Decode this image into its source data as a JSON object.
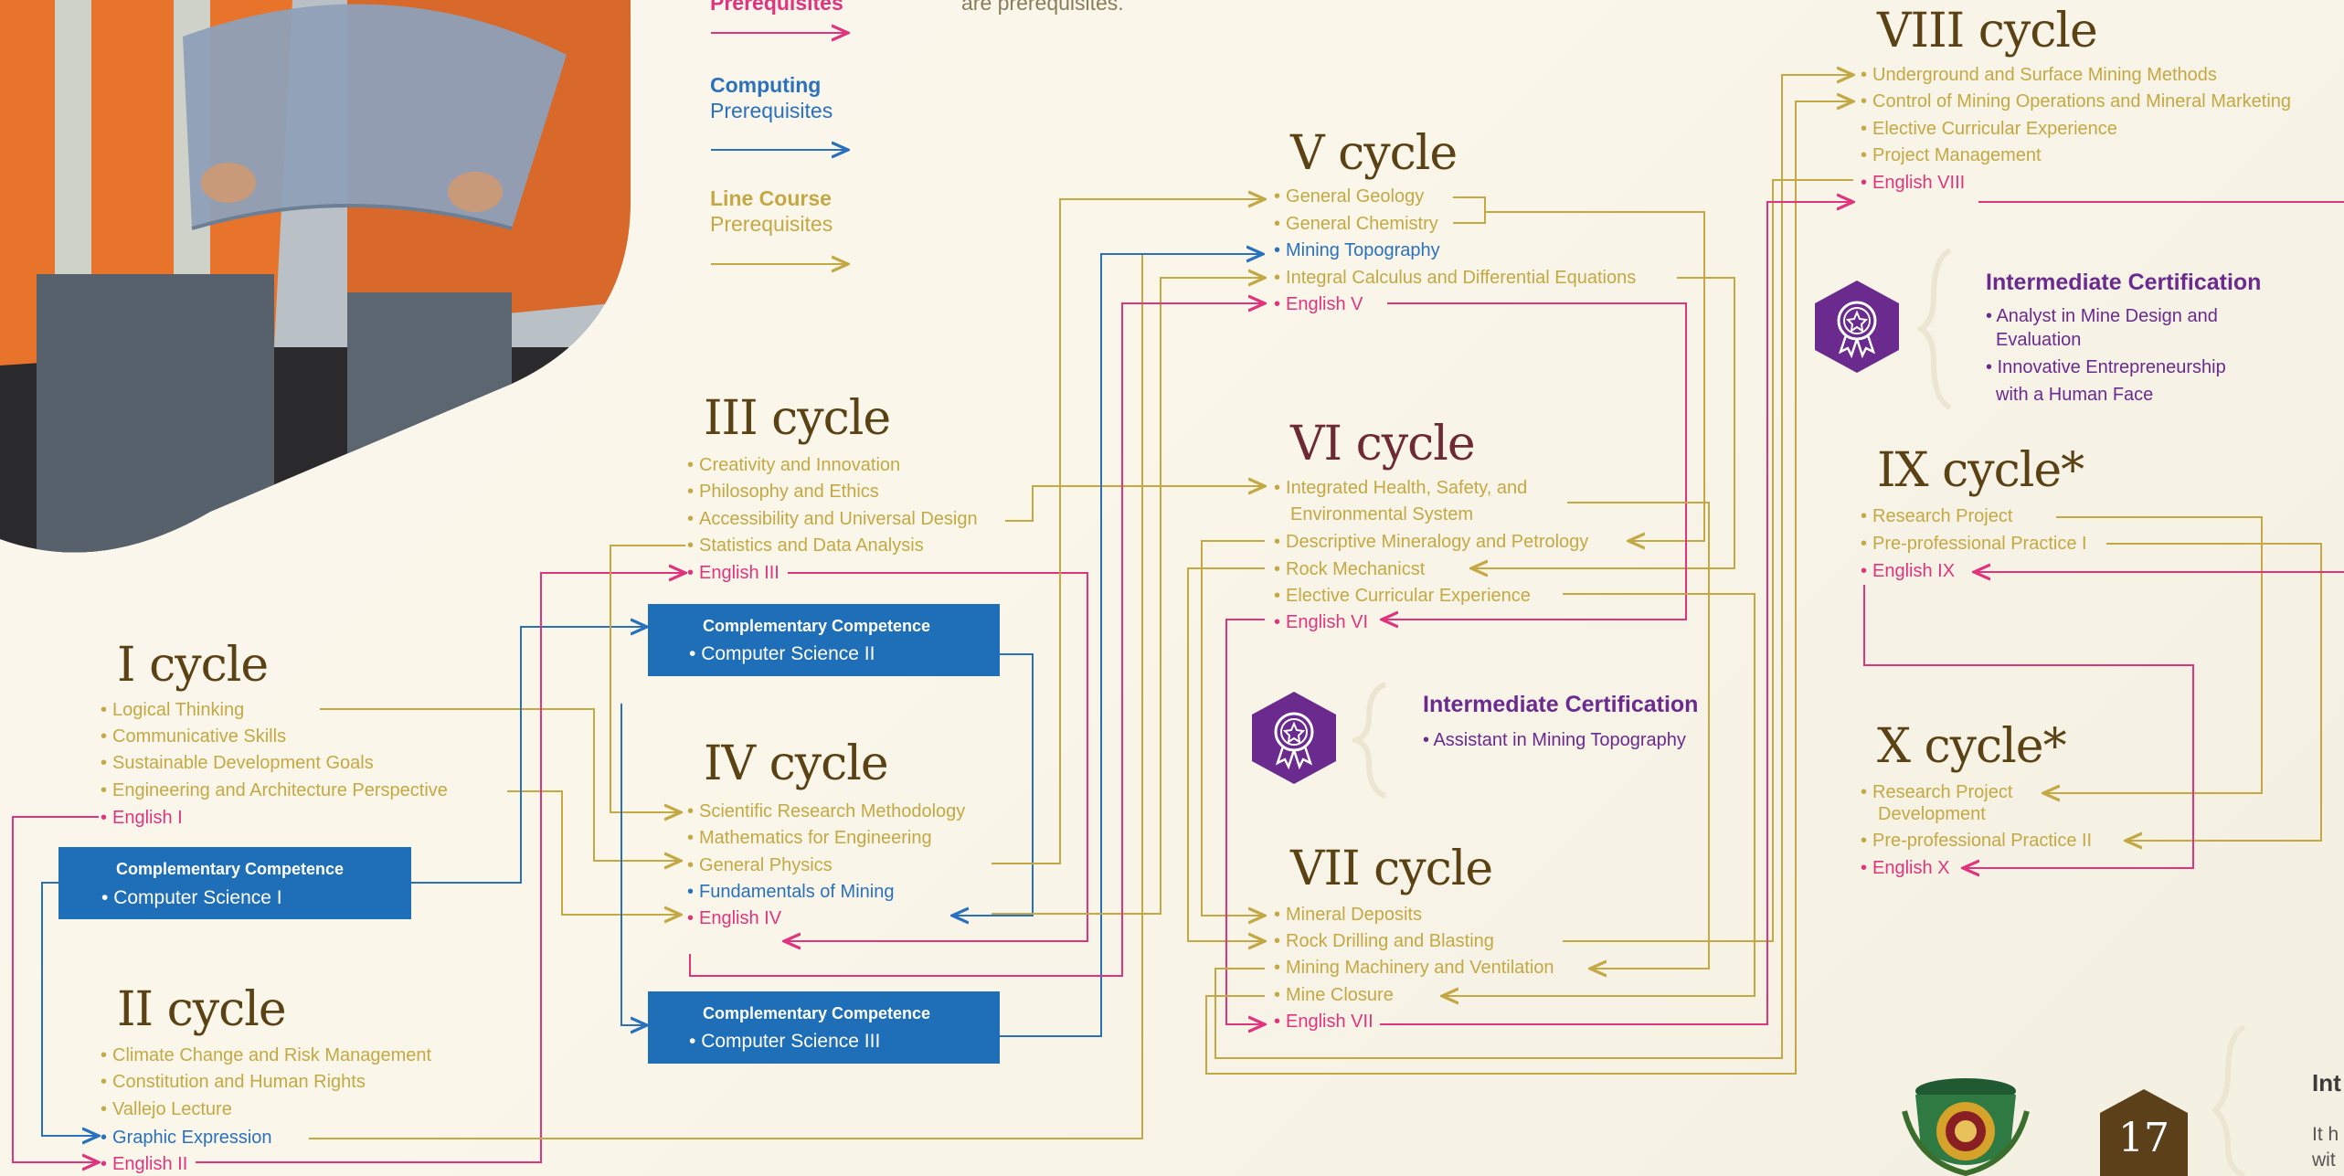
{
  "legend": {
    "top_label": "Prerequisites",
    "top_note": "are prerequisites.",
    "computing_title": "Computing",
    "computing_sub": "Prerequisites",
    "line_title": "Line Course",
    "line_sub": "Prerequisites",
    "colors": {
      "general": "#e0347e",
      "computing": "#2a71bd",
      "line": "#c4a843"
    }
  },
  "cycles": {
    "c1": {
      "title": "I cycle",
      "items": [
        "Logical Thinking",
        "Communicative Skills",
        "Sustainable Development Goals",
        "Engineering and Architecture Perspective",
        "English I"
      ]
    },
    "c2": {
      "title": "II cycle",
      "items": [
        "Climate Change and Risk Management",
        "Constitution and Human Rights",
        "Vallejo Lecture",
        "Graphic Expression",
        "English II"
      ]
    },
    "c3": {
      "title": "III cycle",
      "items": [
        "Creativity and Innovation",
        "Philosophy and Ethics",
        "Accessibility and Universal Design",
        "Statistics and Data Analysis",
        "English III"
      ]
    },
    "c4": {
      "title": "IV cycle",
      "items": [
        "Scientific Research Methodology",
        "Mathematics for Engineering",
        "General Physics",
        "Fundamentals of Mining",
        "English IV"
      ]
    },
    "c5": {
      "title": "V cycle",
      "items": [
        "General Geology",
        "General Chemistry",
        "Mining Topography",
        "Integral Calculus and Differential Equations",
        "English V"
      ]
    },
    "c6": {
      "title": "VI cycle",
      "items": [
        "Integrated Health, Safety, and",
        "Environmental System",
        "Descriptive Mineralogy and Petrology",
        "Rock Mechanicst",
        "Elective Curricular Experience",
        "English VI"
      ]
    },
    "c7": {
      "title": "VII cycle",
      "items": [
        "Mineral Deposits",
        "Rock Drilling and Blasting",
        "Mining Machinery and Ventilation",
        "Mine Closure",
        "English VII"
      ]
    },
    "c8": {
      "title": "VIII cycle",
      "items": [
        "Underground and Surface Mining Methods",
        "Control of Mining Operations and Mineral Marketing",
        "Elective Curricular Experience",
        "Project Management",
        "English VIII"
      ]
    },
    "c9": {
      "title": "IX cycle*",
      "items": [
        "Research Project",
        "Pre-professional Practice I",
        "English IX"
      ]
    },
    "c10": {
      "title": "X cycle*",
      "items": [
        "Research Project",
        "Development",
        "Pre-professional Practice II",
        "English X"
      ]
    }
  },
  "complementary": {
    "cs1": {
      "title": "Complementary Competence",
      "value": "Computer Science I"
    },
    "cs2": {
      "title": "Complementary Competence",
      "value": "Computer Science II"
    },
    "cs3": {
      "title": "Complementary Competence",
      "value": "Computer Science III"
    }
  },
  "certifications": {
    "cert1": {
      "title": "Intermediate Certification",
      "items": [
        "Assistant in Mining Topography"
      ]
    },
    "cert2": {
      "title": "Intermediate Certification",
      "items": [
        "Analyst in Mine Design and",
        "Evaluation",
        "Innovative Entrepreneurship",
        "with a Human Face"
      ]
    }
  },
  "footer": {
    "page_number": "17",
    "side_heading_fragment": "Int",
    "side_text_line1": "It h",
    "side_text_line2": "wit"
  },
  "icons": {
    "certification": "award-medal-icon",
    "emblem": "university-crest-emblem",
    "photo": "engineers-reading-plans-photo"
  }
}
